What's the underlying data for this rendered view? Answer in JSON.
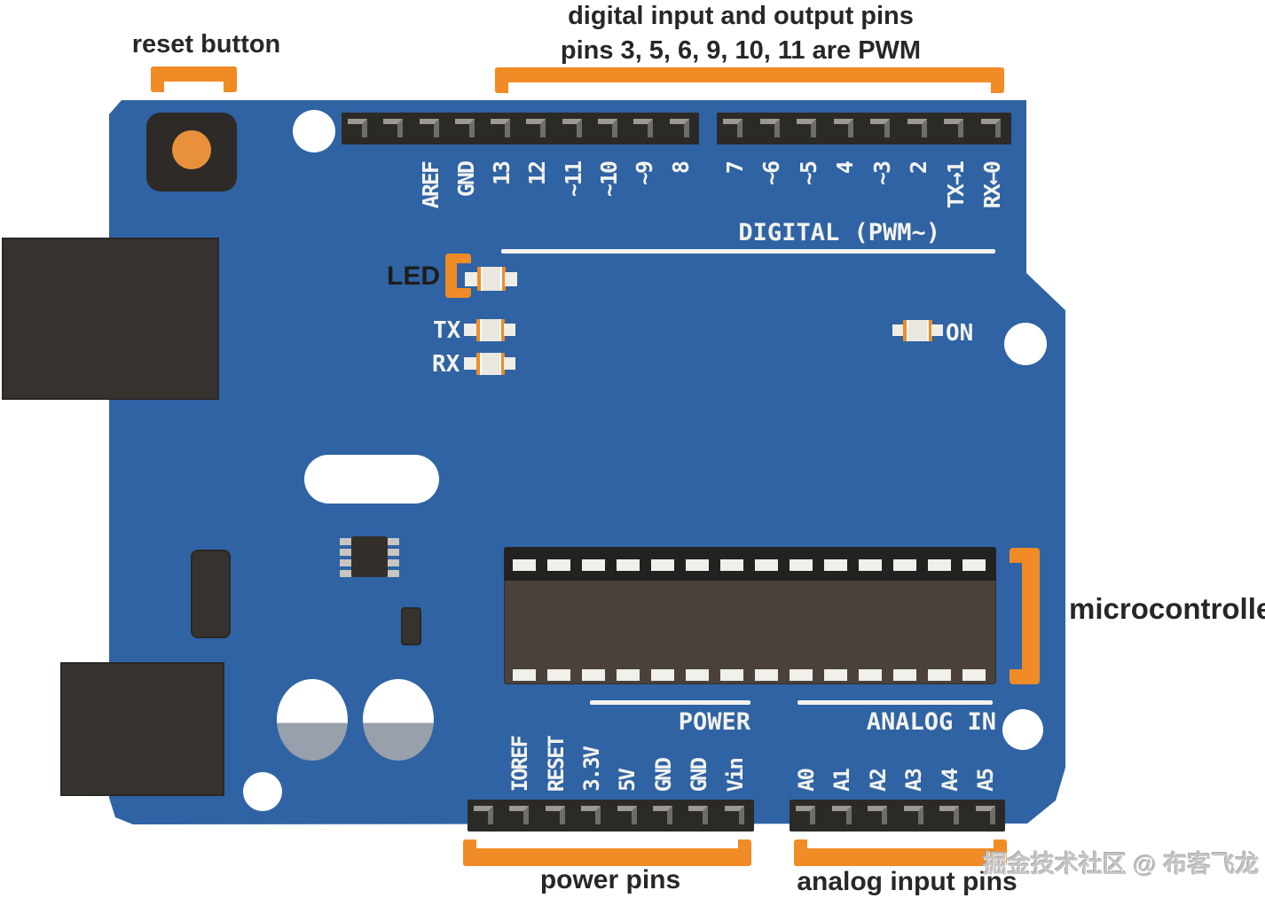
{
  "annotations": {
    "reset_button": "reset button",
    "digital_line1": "digital input and output pins",
    "digital_line2": "pins 3, 5, 6, 9, 10, 11 are PWM",
    "microcontroller": "microcontroller",
    "power_pins": "power pins",
    "analog_input_pins": "analog input pins",
    "led": "LED"
  },
  "silkscreen": {
    "digital_section": "DIGITAL (PWM~)",
    "power_section": "POWER",
    "analog_section": "ANALOG IN",
    "tx": "TX",
    "rx": "RX",
    "on": "ON",
    "digital_labels_left": [
      "AREF",
      "GND",
      "13",
      "12",
      "~11",
      "~10",
      "~9",
      "8"
    ],
    "digital_labels_right": [
      "7",
      "~6",
      "~5",
      "4",
      "~3",
      "2",
      "TX→1",
      "RX←0"
    ],
    "power_labels": [
      "IOREF",
      "RESET",
      "3.3V",
      "5V",
      "GND",
      "GND",
      "Vin"
    ],
    "analog_labels": [
      "A0",
      "A1",
      "A2",
      "A3",
      "A4",
      "A5"
    ]
  },
  "watermark": "掘金技术社区 @ 布客飞龙",
  "colors": {
    "board_blue": "#2f63a4",
    "accent_orange": "#f08b26",
    "header_black": "#2b2a27",
    "silk_white": "#f3f3ee",
    "label_dark": "#272727"
  }
}
